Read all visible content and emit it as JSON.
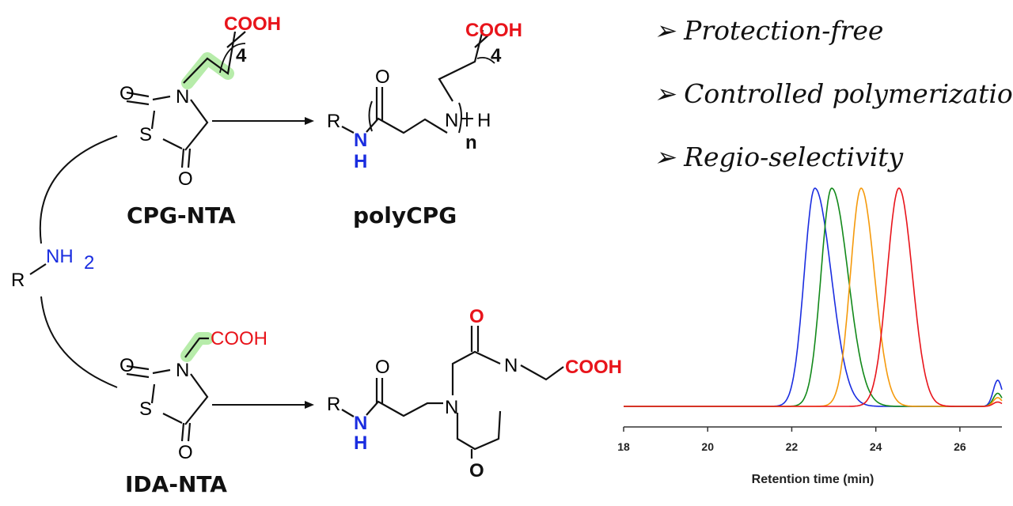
{
  "colors": {
    "acid": "#e8141b",
    "amine": "#1a2de0",
    "highlight": "#b7ecaa",
    "bond": "#111111"
  },
  "bullets": [
    "Protection-free",
    "Controlled polymerization",
    "Regio-selectivity"
  ],
  "bullet_marker": "➢",
  "scheme": {
    "amine": {
      "r": "R",
      "nh2": "NH",
      "sub": "2"
    },
    "top": {
      "monomer_label": "CPG-NTA",
      "product_label": "polyCPG",
      "cooh": "COOH",
      "repeat": "4",
      "product_cooh": "COOH",
      "product_repeat": "4",
      "n": "n"
    },
    "bottom": {
      "monomer_label": "IDA-NTA",
      "product_label": "",
      "cooh": "COOH",
      "product_cooh": "COOH"
    },
    "atoms": {
      "O": "O",
      "N": "N",
      "S": "S",
      "H": "H",
      "NH_N": "N",
      "NH_H": "H",
      "R": "R"
    }
  },
  "chart_data": {
    "type": "line",
    "title": "",
    "xlabel": "Retention time (min)",
    "ylabel": "",
    "xlim": [
      18,
      27
    ],
    "xticks": [
      18,
      20,
      22,
      24,
      26
    ],
    "series": [
      {
        "color": "#1a2de0",
        "peak": 22.55,
        "width_left": 0.36,
        "width_right": 0.55,
        "baseline_end": 0.12
      },
      {
        "color": "#12891a",
        "peak": 22.95,
        "width_left": 0.36,
        "width_right": 0.55,
        "baseline_end": 0.06
      },
      {
        "color": "#f59a0c",
        "peak": 23.65,
        "width_left": 0.36,
        "width_right": 0.45,
        "baseline_end": 0.04
      },
      {
        "color": "#e8141b",
        "peak": 24.55,
        "width_left": 0.4,
        "width_right": 0.45,
        "baseline_end": 0.02
      }
    ]
  }
}
